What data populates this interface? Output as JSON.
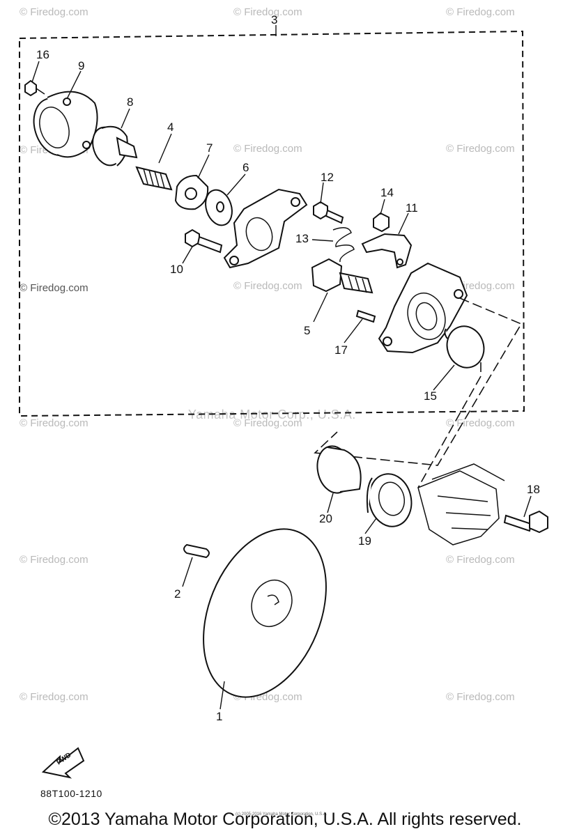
{
  "diagram": {
    "callouts": [
      "1",
      "2",
      "3",
      "4",
      "5",
      "6",
      "7",
      "8",
      "9",
      "10",
      "11",
      "12",
      "13",
      "14",
      "15",
      "16",
      "17",
      "18",
      "19",
      "20"
    ],
    "watermark_text": "© Firedog.com",
    "corp_watermark": "Yamaha Motor Corp., U.S.A.",
    "diagram_code": "88T100-1210",
    "fwd_label": "FWD",
    "tiny_notice": "(c) 2005-2016 Yamaha Motor Corporation, U.S.A."
  },
  "footer": {
    "copyright": "©2013 Yamaha Motor Corporation, U.S.A. All rights reserved."
  }
}
